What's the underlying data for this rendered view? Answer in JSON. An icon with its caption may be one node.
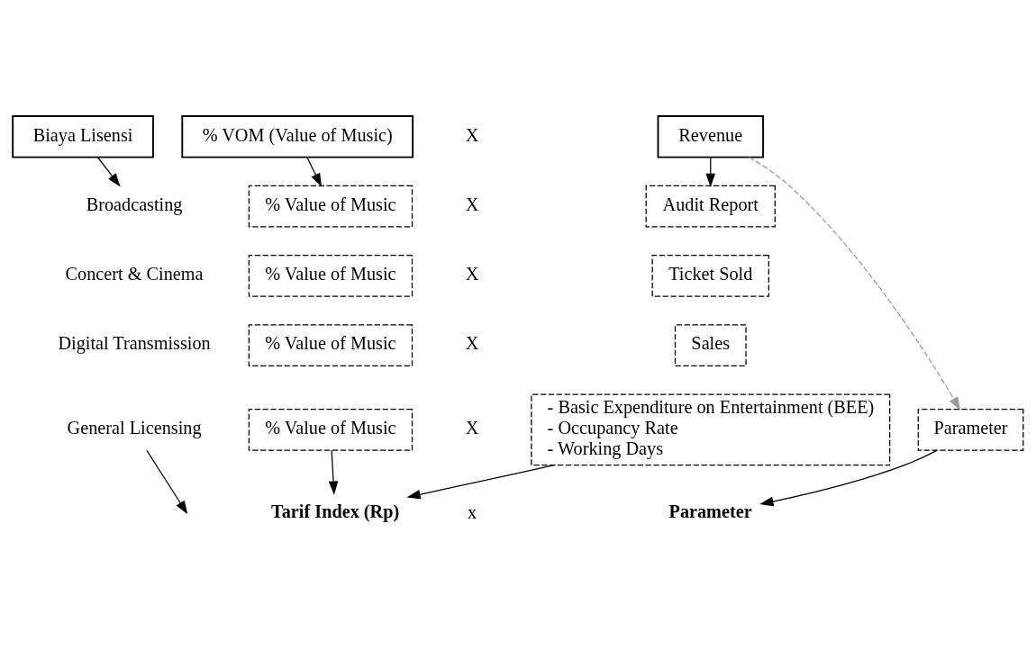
{
  "diagram": {
    "nodes": [
      {
        "text": [
          "Biaya Lisensi"
        ]
      },
      {
        "text": [
          "% VOM (Value of Music)"
        ]
      },
      {
        "text": [
          "Revenue"
        ]
      },
      {
        "text": [
          "% Value of Music"
        ]
      },
      {
        "text": [
          "Audit Report"
        ]
      },
      {
        "text": [
          "Broadcasting"
        ]
      },
      {
        "text": [
          "Concert & Cinema"
        ]
      },
      {
        "text": [
          "% Value of Music"
        ]
      },
      {
        "text": [
          "Ticket Sold"
        ]
      },
      {
        "text": [
          "Digital Transmission"
        ]
      },
      {
        "text": [
          "% Value of Music"
        ]
      },
      {
        "text": [
          "Sales"
        ]
      },
      {
        "text": [
          "General Licensing"
        ]
      },
      {
        "text": [
          "% Value of Music"
        ]
      },
      {
        "text": [
          "- Basic Expenditure on Entertainment (BEE)",
          "- Occupancy Rate",
          "- Working Days"
        ]
      },
      {
        "text": [
          "Parameter"
        ]
      },
      {
        "text": [
          "Tarif Index (Rp)"
        ]
      },
      {
        "text": [
          "Parameter"
        ]
      }
    ],
    "edges": [
      {
        "from": 0,
        "to": 5,
        "arrow": "to"
      },
      {
        "from": 1,
        "to": 3,
        "arrow": "to"
      },
      {
        "from": 2,
        "to": 4,
        "arrow": "to"
      },
      {
        "from": 2,
        "to": 15,
        "arrow": "to",
        "style": "dashed",
        "color": "#999999"
      },
      {
        "from": 12,
        "to": null,
        "arrow": "to"
      },
      {
        "from": 13,
        "to": 16,
        "arrow": "to"
      },
      {
        "from": 14,
        "to": 16,
        "arrow": "to"
      },
      {
        "from": 15,
        "to": 17,
        "arrow": "to"
      }
    ],
    "labels": [
      "X",
      "X",
      "X",
      "X",
      "X",
      "x"
    ]
  }
}
